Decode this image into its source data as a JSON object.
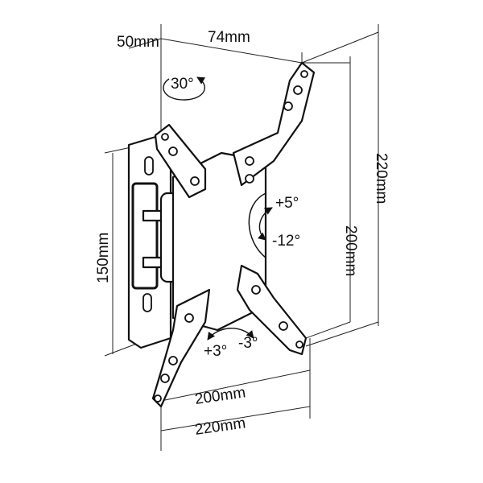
{
  "dimensions": {
    "depth_top": "50mm",
    "width_top": "74mm",
    "wall_plate_height": "150mm",
    "vesa_vertical_inner": "200mm",
    "vesa_vertical_outer": "220mm",
    "vesa_horizontal_inner": "200mm",
    "vesa_horizontal_outer": "220mm"
  },
  "angles": {
    "swivel": "30°",
    "tilt_up": "+5°",
    "tilt_down": "-12°",
    "level_plus": "+3°",
    "level_minus": "-3°"
  }
}
